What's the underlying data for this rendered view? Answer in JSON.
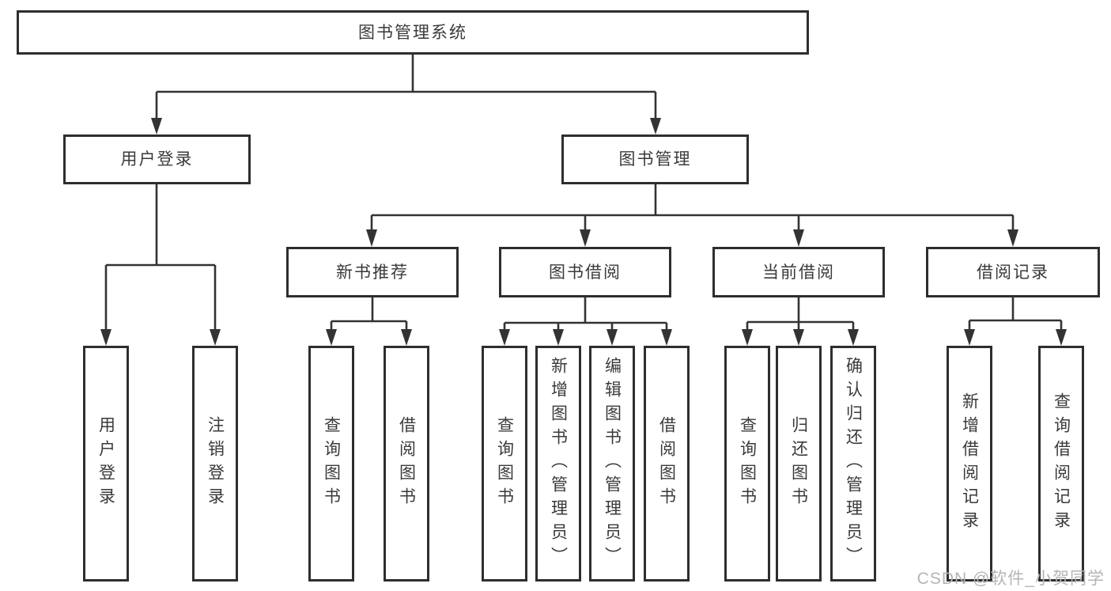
{
  "root": {
    "label": "图书管理系统"
  },
  "level2": [
    {
      "label": "用户登录"
    },
    {
      "label": "图书管理"
    }
  ],
  "level3": [
    {
      "label": "新书推荐"
    },
    {
      "label": "图书借阅"
    },
    {
      "label": "当前借阅"
    },
    {
      "label": "借阅记录"
    }
  ],
  "leaves": [
    {
      "label": "用户登录"
    },
    {
      "label": "注销登录"
    },
    {
      "label": "查询图书"
    },
    {
      "label": "借阅图书"
    },
    {
      "label": "查询图书"
    },
    {
      "label": "新增图书（管理员）"
    },
    {
      "label": "编辑图书（管理员）"
    },
    {
      "label": "借阅图书"
    },
    {
      "label": "查询图书"
    },
    {
      "label": "归还图书"
    },
    {
      "label": "确认归还（管理员）"
    },
    {
      "label": "新增借阅记录"
    },
    {
      "label": "查询借阅记录"
    }
  ],
  "watermark": {
    "text": "CSDN @软件_小贺同学"
  },
  "colors": {
    "line": "#333333",
    "box_border": "#2e2e2e",
    "text": "#3a3a3a",
    "watermark": "#b5b5b5",
    "background": "#ffffff"
  }
}
